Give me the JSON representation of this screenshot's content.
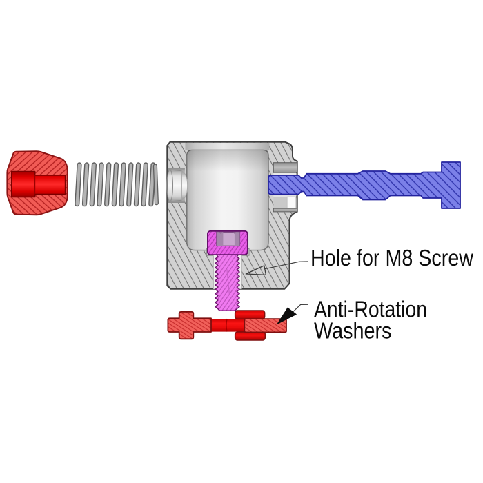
{
  "figure": {
    "type": "exploded-assembly-cross-section-diagram",
    "background_color": "#ffffff",
    "parts": [
      {
        "name": "clamp-knob",
        "fill_color": "#F15B55",
        "bore_color": "#E60000",
        "outline_color": "#8B1414",
        "position": "left",
        "style": "hatched-section"
      },
      {
        "name": "compression-spring",
        "fill_color": "#B4B4B4",
        "outline_color": "#5F5F5F",
        "coils": 11,
        "position": "left-of-body"
      },
      {
        "name": "housing-body",
        "fill_color": "#D2D2D2",
        "hatch_color": "#6A6A6A",
        "outline_color": "#3F3F3F",
        "position": "center",
        "style": "hatched-section"
      },
      {
        "name": "shaft",
        "fill_color": "#7B80E8",
        "hatch_color": "#2B2FA8",
        "outline_color": "#23239E",
        "position": "right",
        "style": "hatched-section"
      },
      {
        "name": "m8-socket-head-screw",
        "head_color": "#E95EE9",
        "shank_color": "#F07AF0",
        "socket_color": "#C9A9CE",
        "outline_color": "#64106A",
        "position": "bottom-center",
        "style": "hatched-section"
      },
      {
        "name": "anti-rotation-washers",
        "fill_color": "#F1605A",
        "solid_color": "#E90D0D",
        "outline_color": "#7E0F0F",
        "position": "bottom",
        "style": "hatched-section"
      }
    ]
  },
  "labels": {
    "hole": "Hole for M8 Screw",
    "washers_line1": "Anti-Rotation",
    "washers_line2": "Washers",
    "text_color": "#0B0B0B",
    "leader_color": "#3C3C3C"
  }
}
